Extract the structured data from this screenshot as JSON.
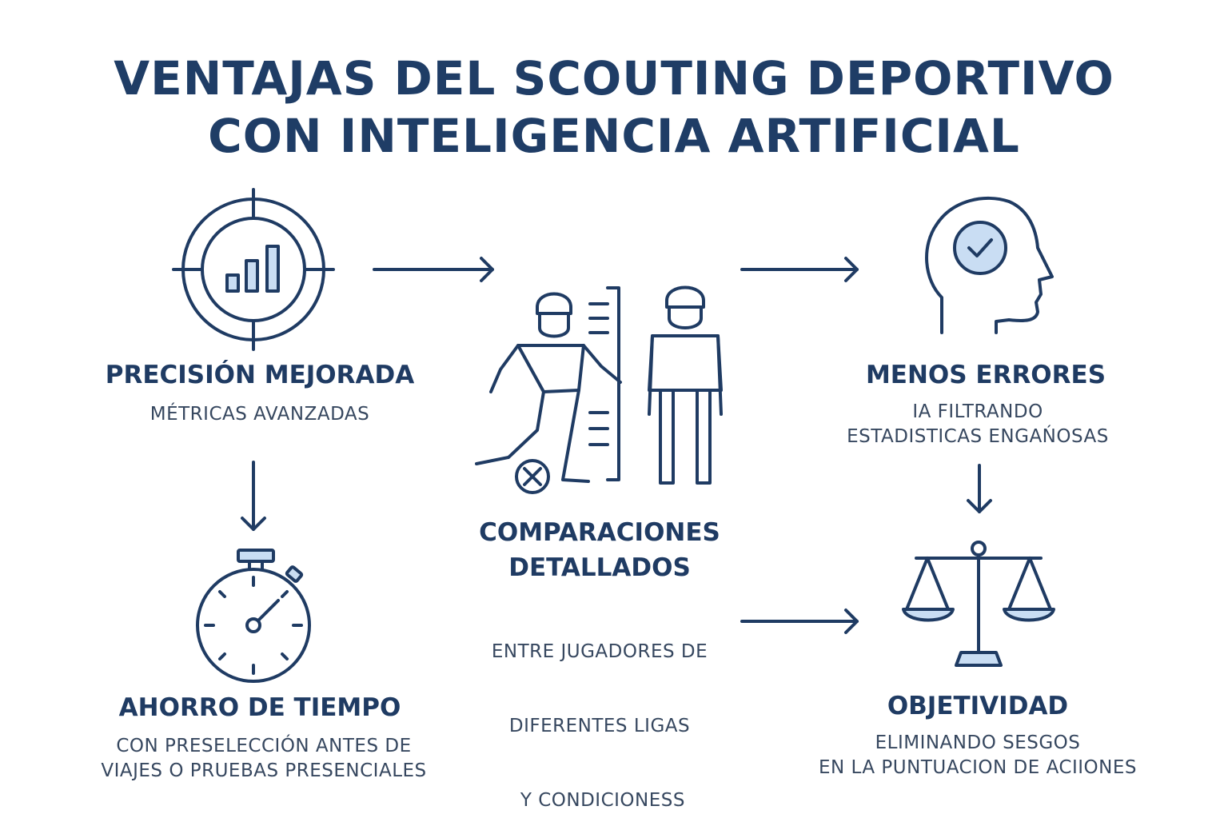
{
  "title": {
    "line1": "VENTAJAS DEL SCOUTING DEPORTIVO",
    "line2": "CON INTELIGENCIA ARTIFICIAL"
  },
  "benefits": {
    "precision": {
      "icon": "target-chart-icon",
      "heading": "PRECISIÓN MEJORADA",
      "lines": [
        "MÉTRICAS AVANZADAS"
      ]
    },
    "tiempo": {
      "icon": "stopwatch-icon",
      "heading": "AHORRO DE TIEMPO",
      "lines": [
        "CON PRESELECCIÓN ANTES DE",
        "VIAJES O PRUEBAS PRESENCIALES"
      ]
    },
    "comparaciones": {
      "icon": "players-comparison-icon",
      "heading_lines": [
        "COMPARACIONES",
        "DETALLADOS"
      ],
      "lines": [
        "ENTRE JUGADORES DE",
        "DIFERENTES LIGAS",
        " Y CONDICIONESS"
      ]
    },
    "errores": {
      "icon": "head-checkmark-icon",
      "heading": "MENOS ERRORES",
      "lines": [
        "IA FILTRANDO",
        "ESTADISTICAS ENGAŃOSAS"
      ]
    },
    "objetividad": {
      "icon": "balance-scale-icon",
      "heading": "OBJETIVIDAD",
      "lines": [
        "ELIMINANDO SESGOS",
        "EN LA PUNTUACION DE ACIIONES"
      ]
    }
  },
  "colors": {
    "primary": "#1f3b63",
    "accent_fill": "#c9ddf3",
    "background": "#ffffff"
  }
}
